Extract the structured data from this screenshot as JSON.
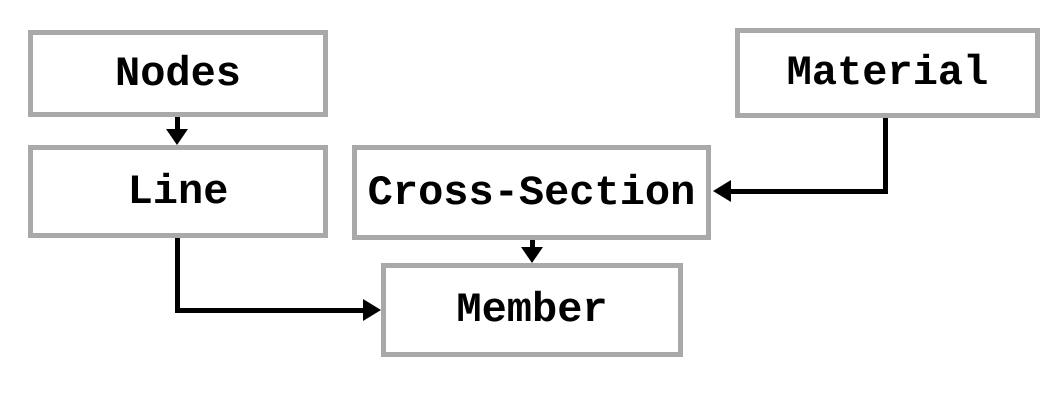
{
  "diagram": {
    "boxes": [
      {
        "label": "Nodes"
      },
      {
        "label": "Material"
      },
      {
        "label": "Line"
      },
      {
        "label": "Cross-Section"
      },
      {
        "label": "Member"
      }
    ],
    "connections": [
      {
        "from": "Nodes",
        "to": "Line",
        "style": "straight-down-arrow"
      },
      {
        "from": "Material",
        "to": "Cross-Section",
        "style": "down-then-left-arrow"
      },
      {
        "from": "Line",
        "to": "Member",
        "style": "down-then-right-arrow"
      },
      {
        "from": "Cross-Section",
        "to": "Member",
        "style": "straight-down-arrow"
      }
    ],
    "colors": {
      "background": "#ffffff",
      "box_border": "#a9a9a9",
      "box_fill": "#ffffff",
      "text": "#000000",
      "arrow": "#000000"
    }
  }
}
